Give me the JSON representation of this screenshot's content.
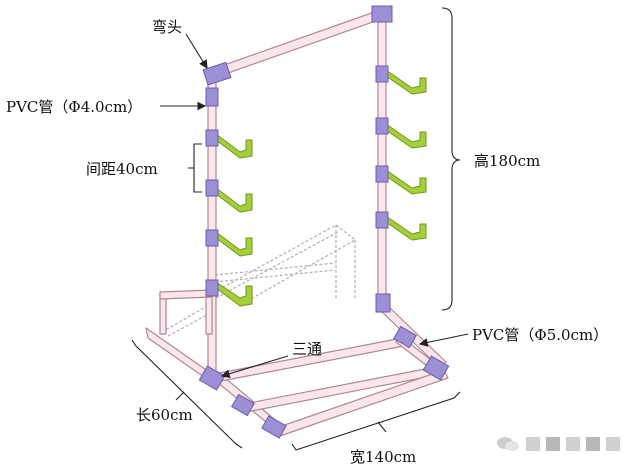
{
  "labels": {
    "elbow": "弯头",
    "pvc_top": "PVC管（Φ4.0cm）",
    "spacing": "间距40cm",
    "height": "高180cm",
    "tee": "三通",
    "pvc_bottom": "PVC管（Φ5.0cm）",
    "length": "长60cm",
    "width": "宽140cm"
  },
  "colors": {
    "pipe_fill": "#fbe6ea",
    "pipe_stroke": "#b08890",
    "joint_fill": "#9d8fd6",
    "joint_stroke": "#6a5cb0",
    "hook_fill": "#a4cf3a",
    "hook_stroke": "#6e9a14",
    "dashed": "#b5b5b5",
    "line": "#222222"
  },
  "watermark_icon": "wechat-icon"
}
